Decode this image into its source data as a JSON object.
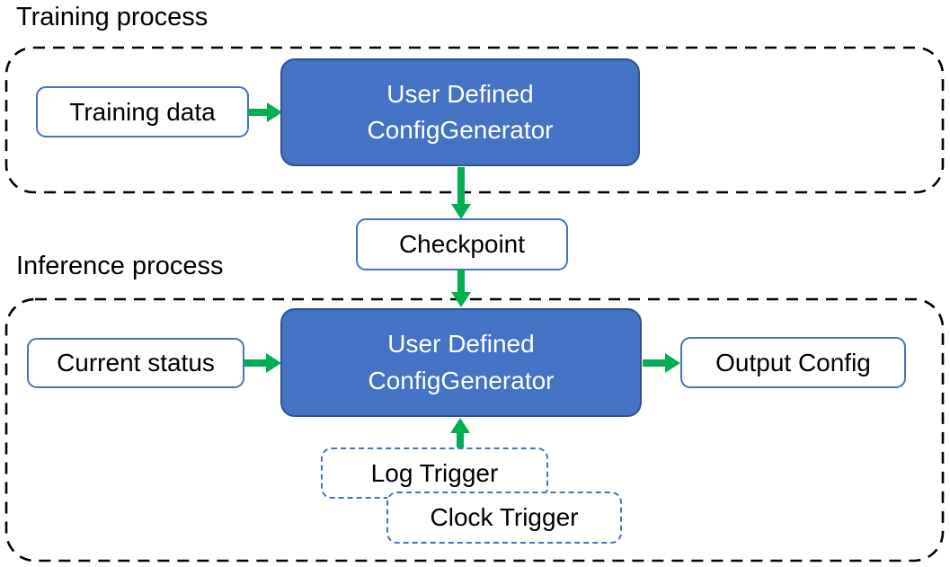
{
  "colors": {
    "blue_fill": "#4472C4",
    "blue_border": "#2F528F",
    "box_border": "#4472C4",
    "green": "#00B050",
    "dash": "#000000",
    "text": "#000000",
    "text_light": "#FFFFFF"
  },
  "training": {
    "label": "Training process",
    "input_box": "Training data",
    "generator_line1": "User Defined",
    "generator_line2": "ConfigGenerator"
  },
  "checkpoint_label": "Checkpoint",
  "inference": {
    "label": "Inference process",
    "input_box": "Current status",
    "generator_line1": "User Defined",
    "generator_line2": "ConfigGenerator",
    "output_box": "Output Config",
    "trigger_log": "Log Trigger",
    "trigger_clock": "Clock Trigger"
  }
}
